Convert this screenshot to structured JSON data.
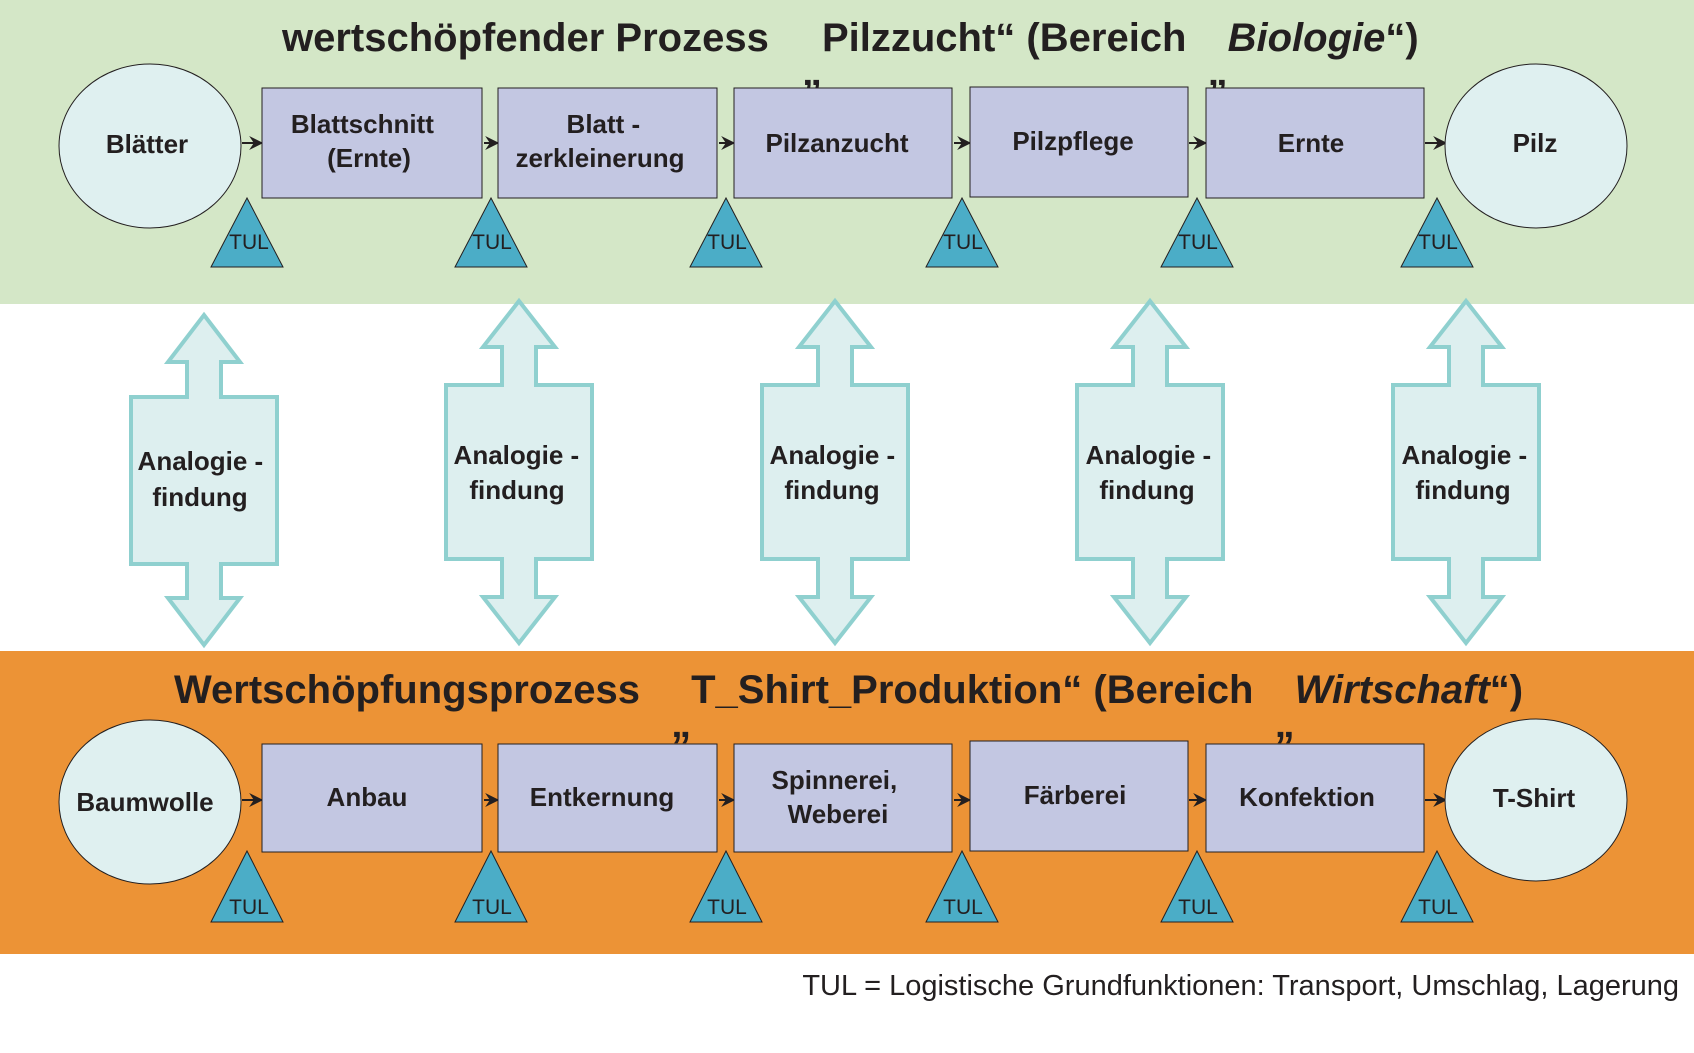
{
  "top_band": {
    "title_prefix": "wertschöpfender Prozess",
    "title_quoted": "Pilzzucht",
    "title_mid": "(Bereich",
    "title_italic": "Biologie",
    "title_suffix": ")",
    "input_label": "Blätter",
    "steps": [
      [
        "Blattschnitt",
        "(Ernte)"
      ],
      [
        "Blatt -",
        "zerkleinerung"
      ],
      [
        "Pilzanzucht"
      ],
      [
        "Pilzpflege"
      ],
      [
        "Ernte"
      ]
    ],
    "output_label": "Pilz"
  },
  "bottom_band": {
    "title_prefix": "Wertschöpfungsprozess",
    "title_quoted": "T_Shirt_Produktion",
    "title_mid": "(Bereich",
    "title_italic": "Wirtschaft",
    "title_suffix": ")",
    "input_label": "Baumwolle",
    "steps": [
      [
        "Anbau"
      ],
      [
        "Entkernung"
      ],
      [
        "Spinnerei,",
        "Weberei"
      ],
      [
        "Färberei"
      ],
      [
        "Konfektion"
      ]
    ],
    "output_label": "T-Shirt"
  },
  "tul_label": "TUL",
  "analogy_label": [
    "Analogie -",
    "findung"
  ],
  "footnote": "TUL = Logistische Grundfunktionen: Transport, Umschlag, Lagerung",
  "colors": {
    "top_band": "#d4e7c7",
    "bottom_band": "#ec9336",
    "step_box": "#c3c7e2",
    "circle": "#dff0f0",
    "tul_triangle": "#4badc7",
    "analogy_arrow_fill": "#ddefef",
    "analogy_arrow_stroke": "#8fd0cf",
    "text": "#231f20"
  }
}
